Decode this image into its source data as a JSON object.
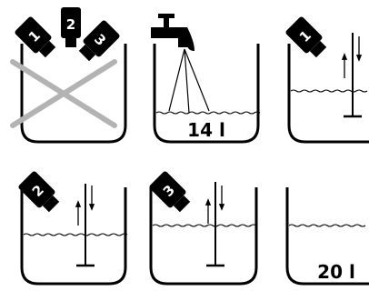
{
  "bottle_numbers": [
    "1",
    "2",
    "3"
  ],
  "volumes": {
    "panel_tap": "14 l",
    "panel_final": "20 l"
  },
  "colors": {
    "ink": "#000000",
    "background": "#ffffff",
    "strike": "#b3b3b3"
  },
  "icons": [
    "bottle-icon",
    "tap-icon",
    "cross-icon",
    "stirring-rod-icon",
    "arrow-up-icon",
    "arrow-down-icon",
    "water-surface-icon",
    "spray-icon"
  ]
}
